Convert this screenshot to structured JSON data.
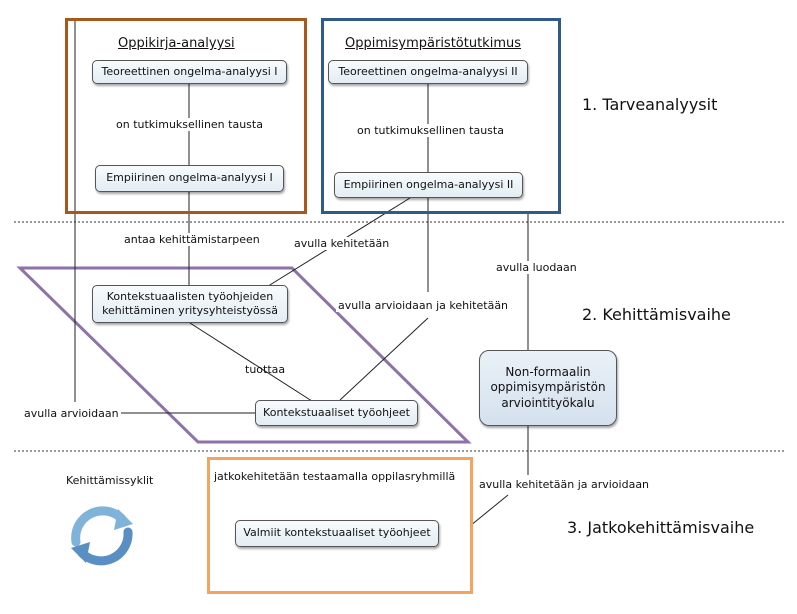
{
  "groups": {
    "textbook": {
      "title": "Oppikirja-analyysi",
      "top_box": "Teoreettinen ongelma-analyysi I",
      "link": "on tutkimuksellinen tausta",
      "bottom_box": "Empiirinen ongelma-analyysi I",
      "color": "#a8581a"
    },
    "environment": {
      "title": "Oppimisympäristötutkimus",
      "top_box": "Teoreettinen ongelma-analyysi II",
      "link": "on tutkimuksellinen tausta",
      "bottom_box": "Empiirinen ongelma-analyysi II",
      "color": "#2f5a8a"
    }
  },
  "phases": {
    "p1": "1. Tarveanalyysit",
    "p2": "2. Kehittämisvaihe",
    "p3": "3. Jatkokehittämisvaihe"
  },
  "development": {
    "box1_line1": "Kontekstuaalisten työohjeiden",
    "box1_line2": "kehittäminen yritysyhteistyössä",
    "link_produces": "tuottaa",
    "box2": "Kontekstuaaliset työohjeet",
    "parallelogram_color": "#8e72a8"
  },
  "tool": {
    "line1": "Non-formaalin",
    "line2": "oppimisympäristön",
    "line3": "arviointityökalu"
  },
  "labels": {
    "gives_need": "antaa kehittämistarpeen",
    "developed_with": "avulla kehitetään",
    "created_with": "avulla luodaan",
    "assessed_and_developed": "avulla arvioidaan ja kehitetään",
    "assessed_with": "avulla arvioidaan",
    "developed_and_assessed": "avulla kehitetään ja arvioidaan"
  },
  "phase3": {
    "cycles_label": "Kehittämissyklit",
    "further": "jatkokehitetään testaamalla oppilasryhmillä",
    "final_box": "Valmiit kontekstuaaliset työohjeet",
    "frame_color": "#f4a460"
  }
}
